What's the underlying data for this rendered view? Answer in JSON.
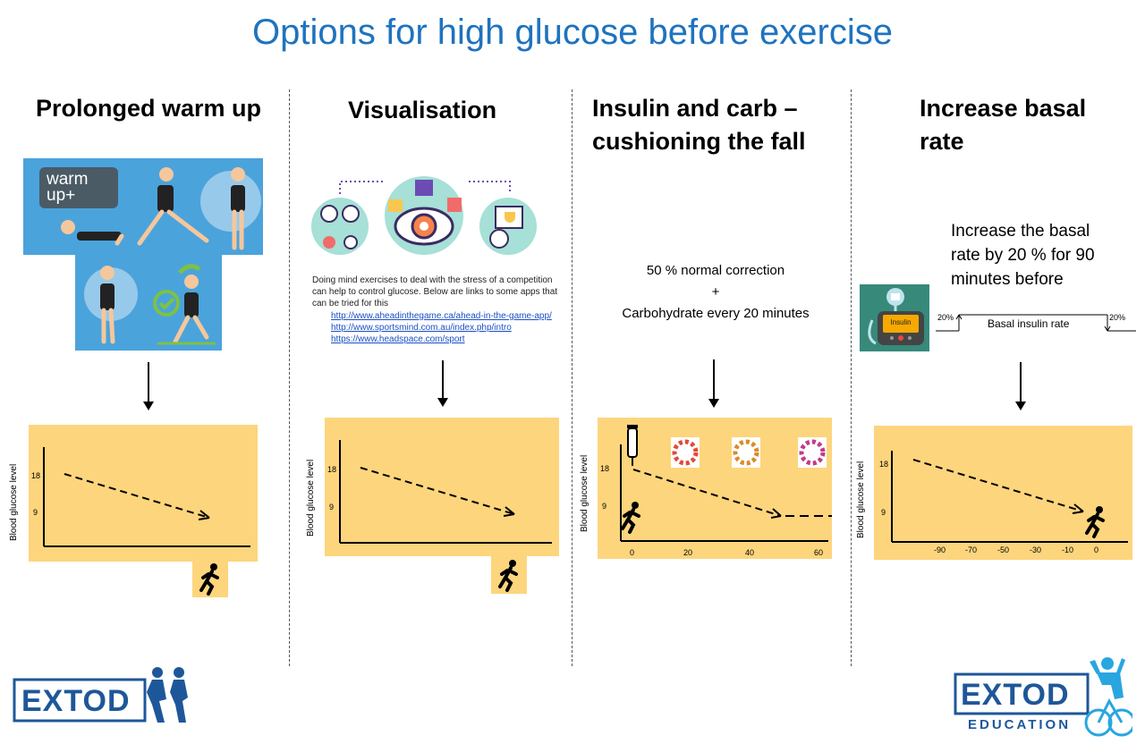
{
  "title": "Options for high glucose before exercise",
  "columns": [
    {
      "heading": "Prolonged warm up",
      "badge": "warm up+",
      "ylabel": "Blood glucose level",
      "ticks": [
        "18",
        "9"
      ]
    },
    {
      "heading": "Visualisation",
      "description": "Doing mind exercises to deal with the stress of a competition can help to control glucose. Below are links to some apps that can be tried for this",
      "links": [
        "http://www.aheadinthegame.ca/ahead-in-the-game-app/",
        "http://www.sportsmind.com.au/index.php/intro",
        "https://www.headspace.com/sport"
      ],
      "ylabel": "Blood glucose level",
      "ticks": [
        "18",
        "9"
      ]
    },
    {
      "heading_line1": "Insulin and carb –",
      "heading_line2": "cushioning the fall",
      "line1": "50 % normal correction",
      "line2": "+",
      "line3": "Carbohydrate every 20 minutes",
      "ylabel": "Blood glucose level",
      "ticks": [
        "18",
        "9"
      ],
      "xticks": [
        "0",
        "20",
        "40",
        "60"
      ]
    },
    {
      "heading_line1": "Increase basal",
      "heading_line2": "rate",
      "text_line1": "Increase the basal",
      "text_line2": "rate  by 20 % for 90",
      "text_line3": "minutes before",
      "pump_label": "Insulin",
      "basal_label": "Basal insulin rate",
      "pct_left": "20%",
      "pct_right": "20%",
      "ylabel": "Blood glucose level",
      "ticks": [
        "18",
        "9"
      ],
      "xticks": [
        "-90",
        "-70",
        "-50",
        "-30",
        "-10",
        "0"
      ]
    }
  ],
  "logos": {
    "left": "EXTOD",
    "right": "EXTOD",
    "right_sub": "EDUCATION"
  },
  "colors": {
    "title": "#1e73be",
    "panel": "#fdd57d",
    "image_bg": "#4ba3dc",
    "logo": "#1e5799"
  }
}
